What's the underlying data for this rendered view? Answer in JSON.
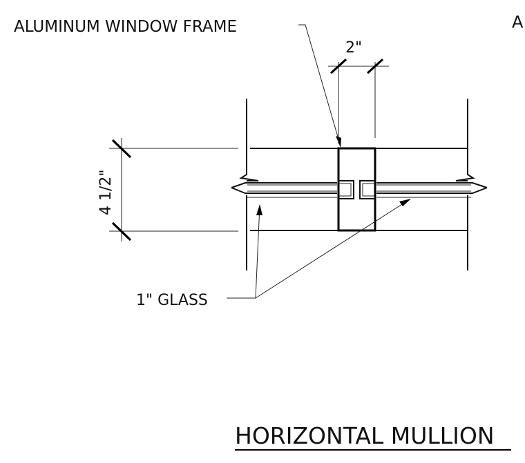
{
  "drawing": {
    "sheet_mark": "A",
    "frame_label": "ALUMINUM WINDOW FRAME",
    "width_dim": "2\"",
    "height_dim": "4 1/2\"",
    "glass_label": "1\" GLASS",
    "title": "HORIZONTAL MULLION"
  }
}
